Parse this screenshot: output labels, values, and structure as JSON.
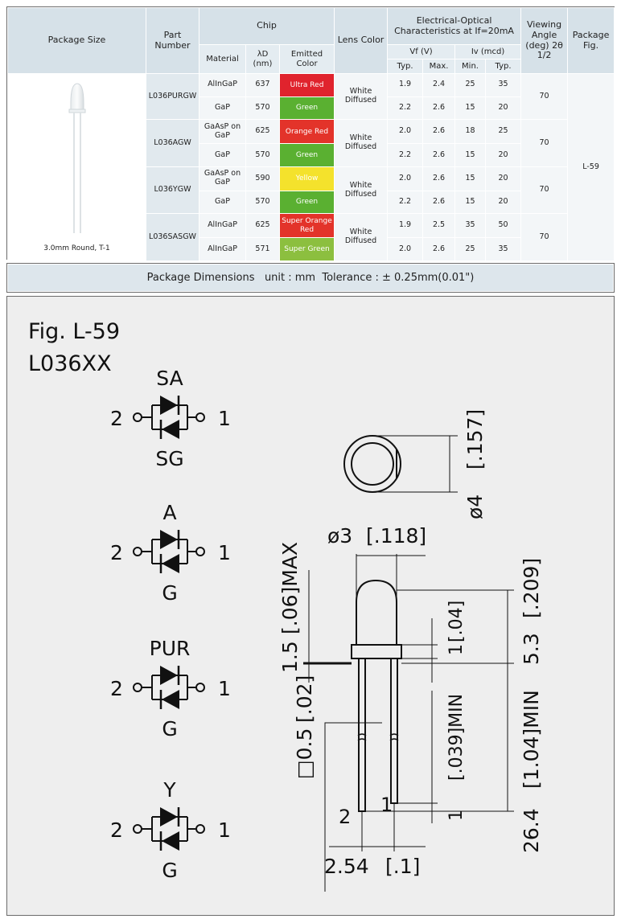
{
  "header": {
    "package_size": "Package Size",
    "part_number": "Part Number",
    "chip": "Chip",
    "material": "Material",
    "lambda": "λD",
    "lambda_unit": "(nm)",
    "emitted": "Emitted Color",
    "lens": "Lens Color",
    "eo": "Electrical-Optical Characteristics at If=20mA",
    "vf": "Vf (V)",
    "iv": "Iv (mcd)",
    "typ": "Typ.",
    "max": "Max.",
    "min": "Min.",
    "viewing": "Viewing Angle (deg) 2θ 1/2",
    "pkg_fig": "Package Fig."
  },
  "package_caption": "3.0mm Round, T-1",
  "package_fig_value": "L-59",
  "parts": [
    {
      "part": "L036PURGW",
      "lens": "White Diffused",
      "angle": "70",
      "chips": [
        {
          "material": "AlInGaP",
          "nm": "637",
          "color": "Ultra Red",
          "bg": "#e0232d",
          "vf_typ": "1.9",
          "vf_max": "2.4",
          "iv_min": "25",
          "iv_typ": "35"
        },
        {
          "material": "GaP",
          "nm": "570",
          "color": "Green",
          "bg": "#5ab031",
          "vf_typ": "2.2",
          "vf_max": "2.6",
          "iv_min": "15",
          "iv_typ": "20"
        }
      ]
    },
    {
      "part": "L036AGW",
      "lens": "White Diffused",
      "angle": "70",
      "chips": [
        {
          "material": "GaAsP on GaP",
          "nm": "625",
          "color": "Orange Red",
          "bg": "#e3332a",
          "vf_typ": "2.0",
          "vf_max": "2.6",
          "iv_min": "18",
          "iv_typ": "25"
        },
        {
          "material": "GaP",
          "nm": "570",
          "color": "Green",
          "bg": "#5ab031",
          "vf_typ": "2.2",
          "vf_max": "2.6",
          "iv_min": "15",
          "iv_typ": "20"
        }
      ]
    },
    {
      "part": "L036YGW",
      "lens": "White Diffused",
      "angle": "70",
      "chips": [
        {
          "material": "GaAsP on GaP",
          "nm": "590",
          "color": "Yellow",
          "bg": "#f4e22c",
          "vf_typ": "2.0",
          "vf_max": "2.6",
          "iv_min": "15",
          "iv_typ": "20"
        },
        {
          "material": "GaP",
          "nm": "570",
          "color": "Green",
          "bg": "#5ab031",
          "vf_typ": "2.2",
          "vf_max": "2.6",
          "iv_min": "15",
          "iv_typ": "20"
        }
      ]
    },
    {
      "part": "L036SASGW",
      "lens": "White Diffused",
      "angle": "70",
      "chips": [
        {
          "material": "AlInGaP",
          "nm": "625",
          "color": "Super Orange Red",
          "bg": "#e3332a",
          "vf_typ": "1.9",
          "vf_max": "2.5",
          "iv_min": "35",
          "iv_typ": "50"
        },
        {
          "material": "AlInGaP",
          "nm": "571",
          "color": "Super Green",
          "bg": "#8cbf3f",
          "vf_typ": "2.0",
          "vf_max": "2.6",
          "iv_min": "25",
          "iv_typ": "35"
        }
      ]
    }
  ],
  "dims_bar": {
    "label": "Package Dimensions",
    "unit": "unit : mm  Tolerance : ± 0.25mm(0.01\")"
  },
  "figure": {
    "title": "Fig. L-59",
    "subtitle": "L036XX",
    "symbols": [
      {
        "top": "SA",
        "bottom": "SG"
      },
      {
        "top": "A",
        "bottom": "G"
      },
      {
        "top": "PUR",
        "bottom": "G"
      },
      {
        "top": "Y",
        "bottom": "G"
      }
    ],
    "pin_left": "2",
    "pin_right": "1",
    "dims": {
      "phi4": "ø4",
      "in157": "[.157]",
      "phi3": "ø3",
      "in118": "[.118]",
      "d15": "1.5",
      "in06": "[.06]MAX",
      "d1a": "1",
      "in04": "[.04]",
      "d53": "5.3",
      "in209": "[.209]",
      "sq05": "□0.5",
      "in02": "[.02]",
      "d1b": "1",
      "in039": "[.039]MIN",
      "d264": "26.4",
      "in104": "[1.04]MIN",
      "d254": "2.54",
      "in1": "[.1]",
      "lead1": "1",
      "lead2": "2"
    }
  }
}
